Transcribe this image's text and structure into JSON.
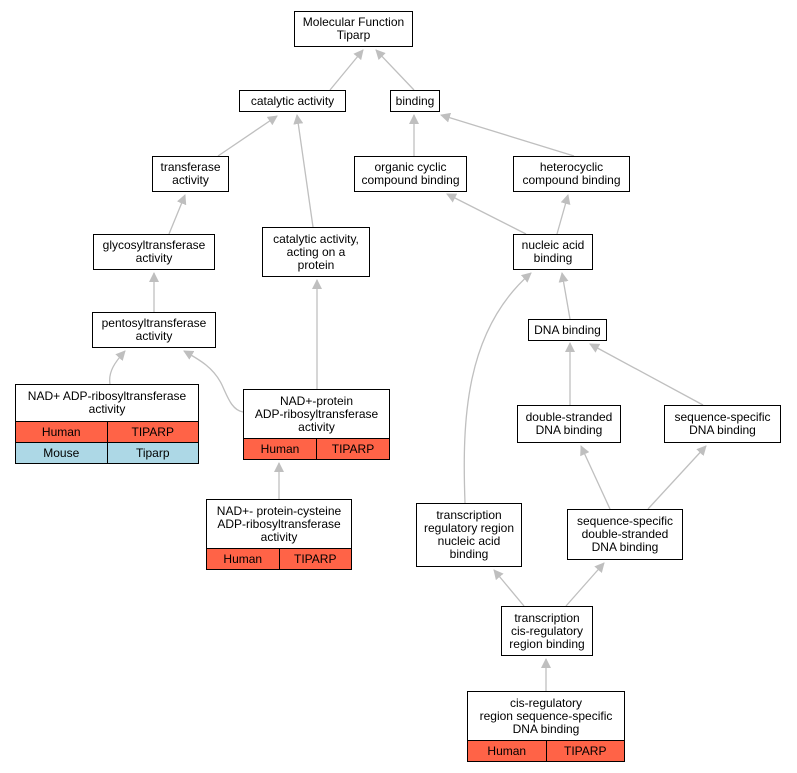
{
  "nodes": {
    "mf": [
      "Molecular Function",
      "Tiparp"
    ],
    "catalytic": [
      "catalytic activity"
    ],
    "binding": [
      "binding"
    ],
    "transferase": [
      "transferase",
      "activity"
    ],
    "organic_cyclic": [
      "organic cyclic",
      "compound binding"
    ],
    "heterocyclic": [
      "heterocyclic",
      "compound binding"
    ],
    "glycosyl": [
      "glycosyltransferase",
      "activity"
    ],
    "cat_protein": [
      "catalytic activity,",
      "acting on a",
      "protein"
    ],
    "nucleic": [
      "nucleic acid",
      "binding"
    ],
    "pentosyl": [
      "pentosyltransferase",
      "activity"
    ],
    "dna_binding": [
      "DNA binding"
    ],
    "nad_adp": [
      "NAD+ ADP-ribosyltransferase",
      "activity"
    ],
    "nad_protein": [
      "NAD+-protein",
      "ADP-ribosyltransferase",
      "activity"
    ],
    "ds_dna": [
      "double-stranded",
      "DNA binding"
    ],
    "ss_dna": [
      "sequence-specific",
      "DNA binding"
    ],
    "nad_cys": [
      "NAD+- protein-cysteine",
      "ADP-ribosyltransferase",
      "activity"
    ],
    "trans_reg": [
      "transcription",
      "regulatory region",
      "nucleic acid",
      "binding"
    ],
    "ss_ds_dna": [
      "sequence-specific",
      "double-stranded",
      "DNA binding"
    ],
    "trans_cis": [
      "transcription",
      "cis-regulatory",
      "region binding"
    ],
    "cis_reg": [
      "cis-regulatory",
      "region sequence-specific",
      "DNA binding"
    ]
  },
  "annotations": {
    "nad_adp": [
      {
        "species": "Human",
        "gene": "TIPARP"
      },
      {
        "species": "Mouse",
        "gene": "Tiparp"
      }
    ],
    "nad_protein": [
      {
        "species": "Human",
        "gene": "TIPARP"
      }
    ],
    "nad_cys": [
      {
        "species": "Human",
        "gene": "TIPARP"
      }
    ],
    "cis_reg": [
      {
        "species": "Human",
        "gene": "TIPARP"
      }
    ]
  },
  "colors": {
    "human_row": "#ff6347",
    "mouse_row": "#add8e6",
    "edge": "#bfbfbf",
    "border": "#000000"
  }
}
